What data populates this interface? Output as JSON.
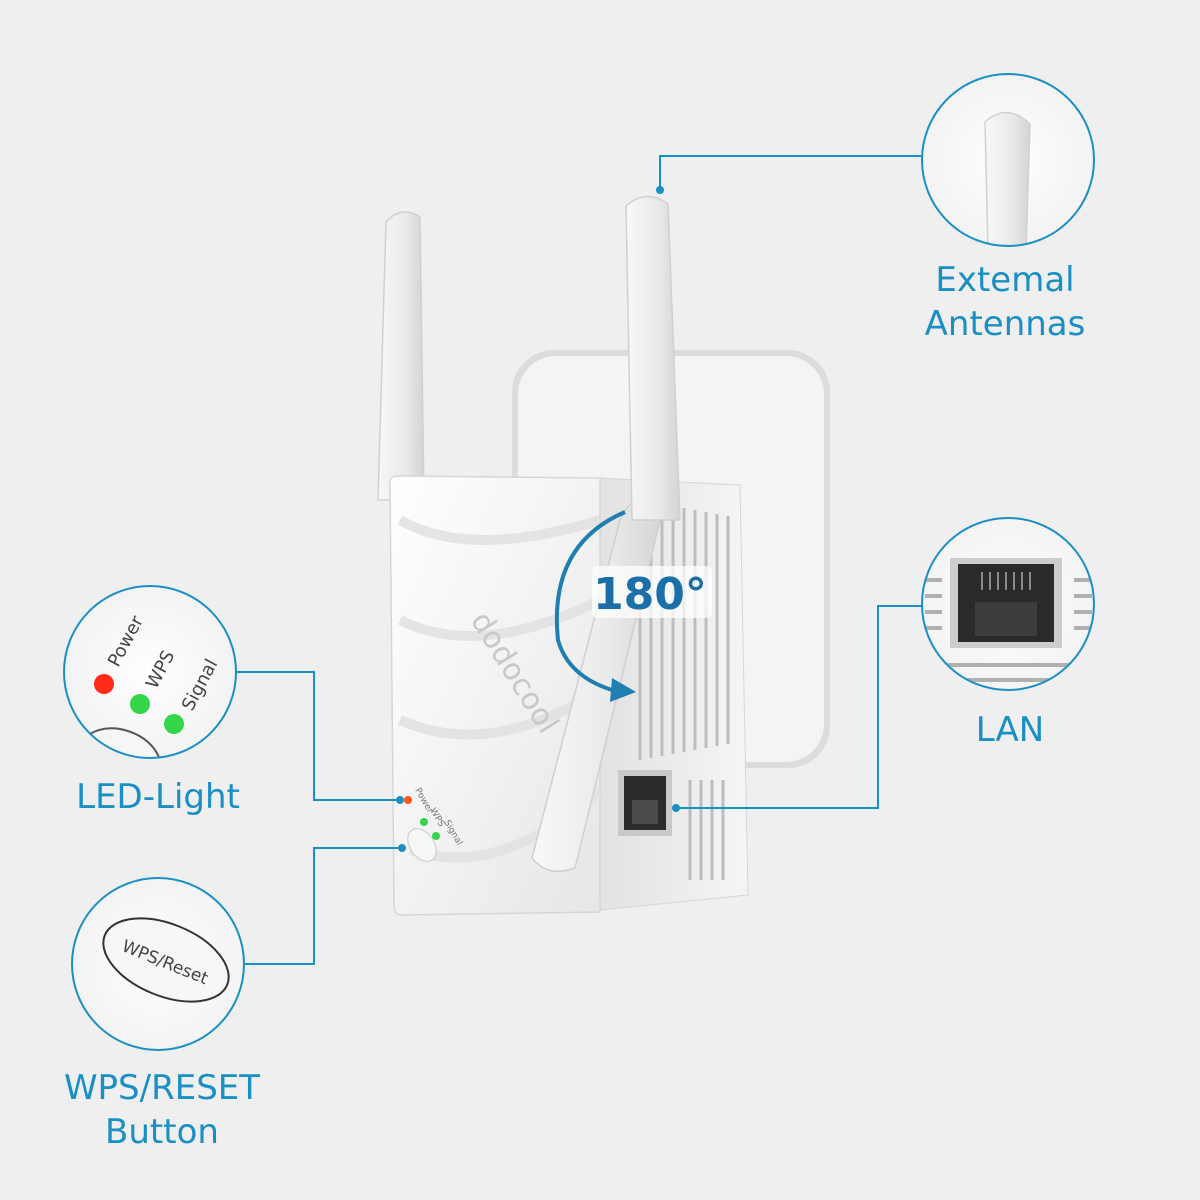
{
  "product": {
    "brand": "dodocool",
    "led_labels": [
      "Power",
      "WPS",
      "Signal"
    ],
    "button_label": "WPS/Reset",
    "rotation": "180°"
  },
  "callouts": {
    "antennas": {
      "line1": "Extemal",
      "line2": "Antennas"
    },
    "lan": {
      "text": "LAN"
    },
    "led": {
      "text": "LED-Light"
    },
    "wps": {
      "line1": "WPS/RESET",
      "line2": "Button"
    }
  },
  "colors": {
    "accent": "#1a8fc4",
    "led_power": "#ff2a1a",
    "led_green": "#33d648",
    "background": "#efefef"
  }
}
